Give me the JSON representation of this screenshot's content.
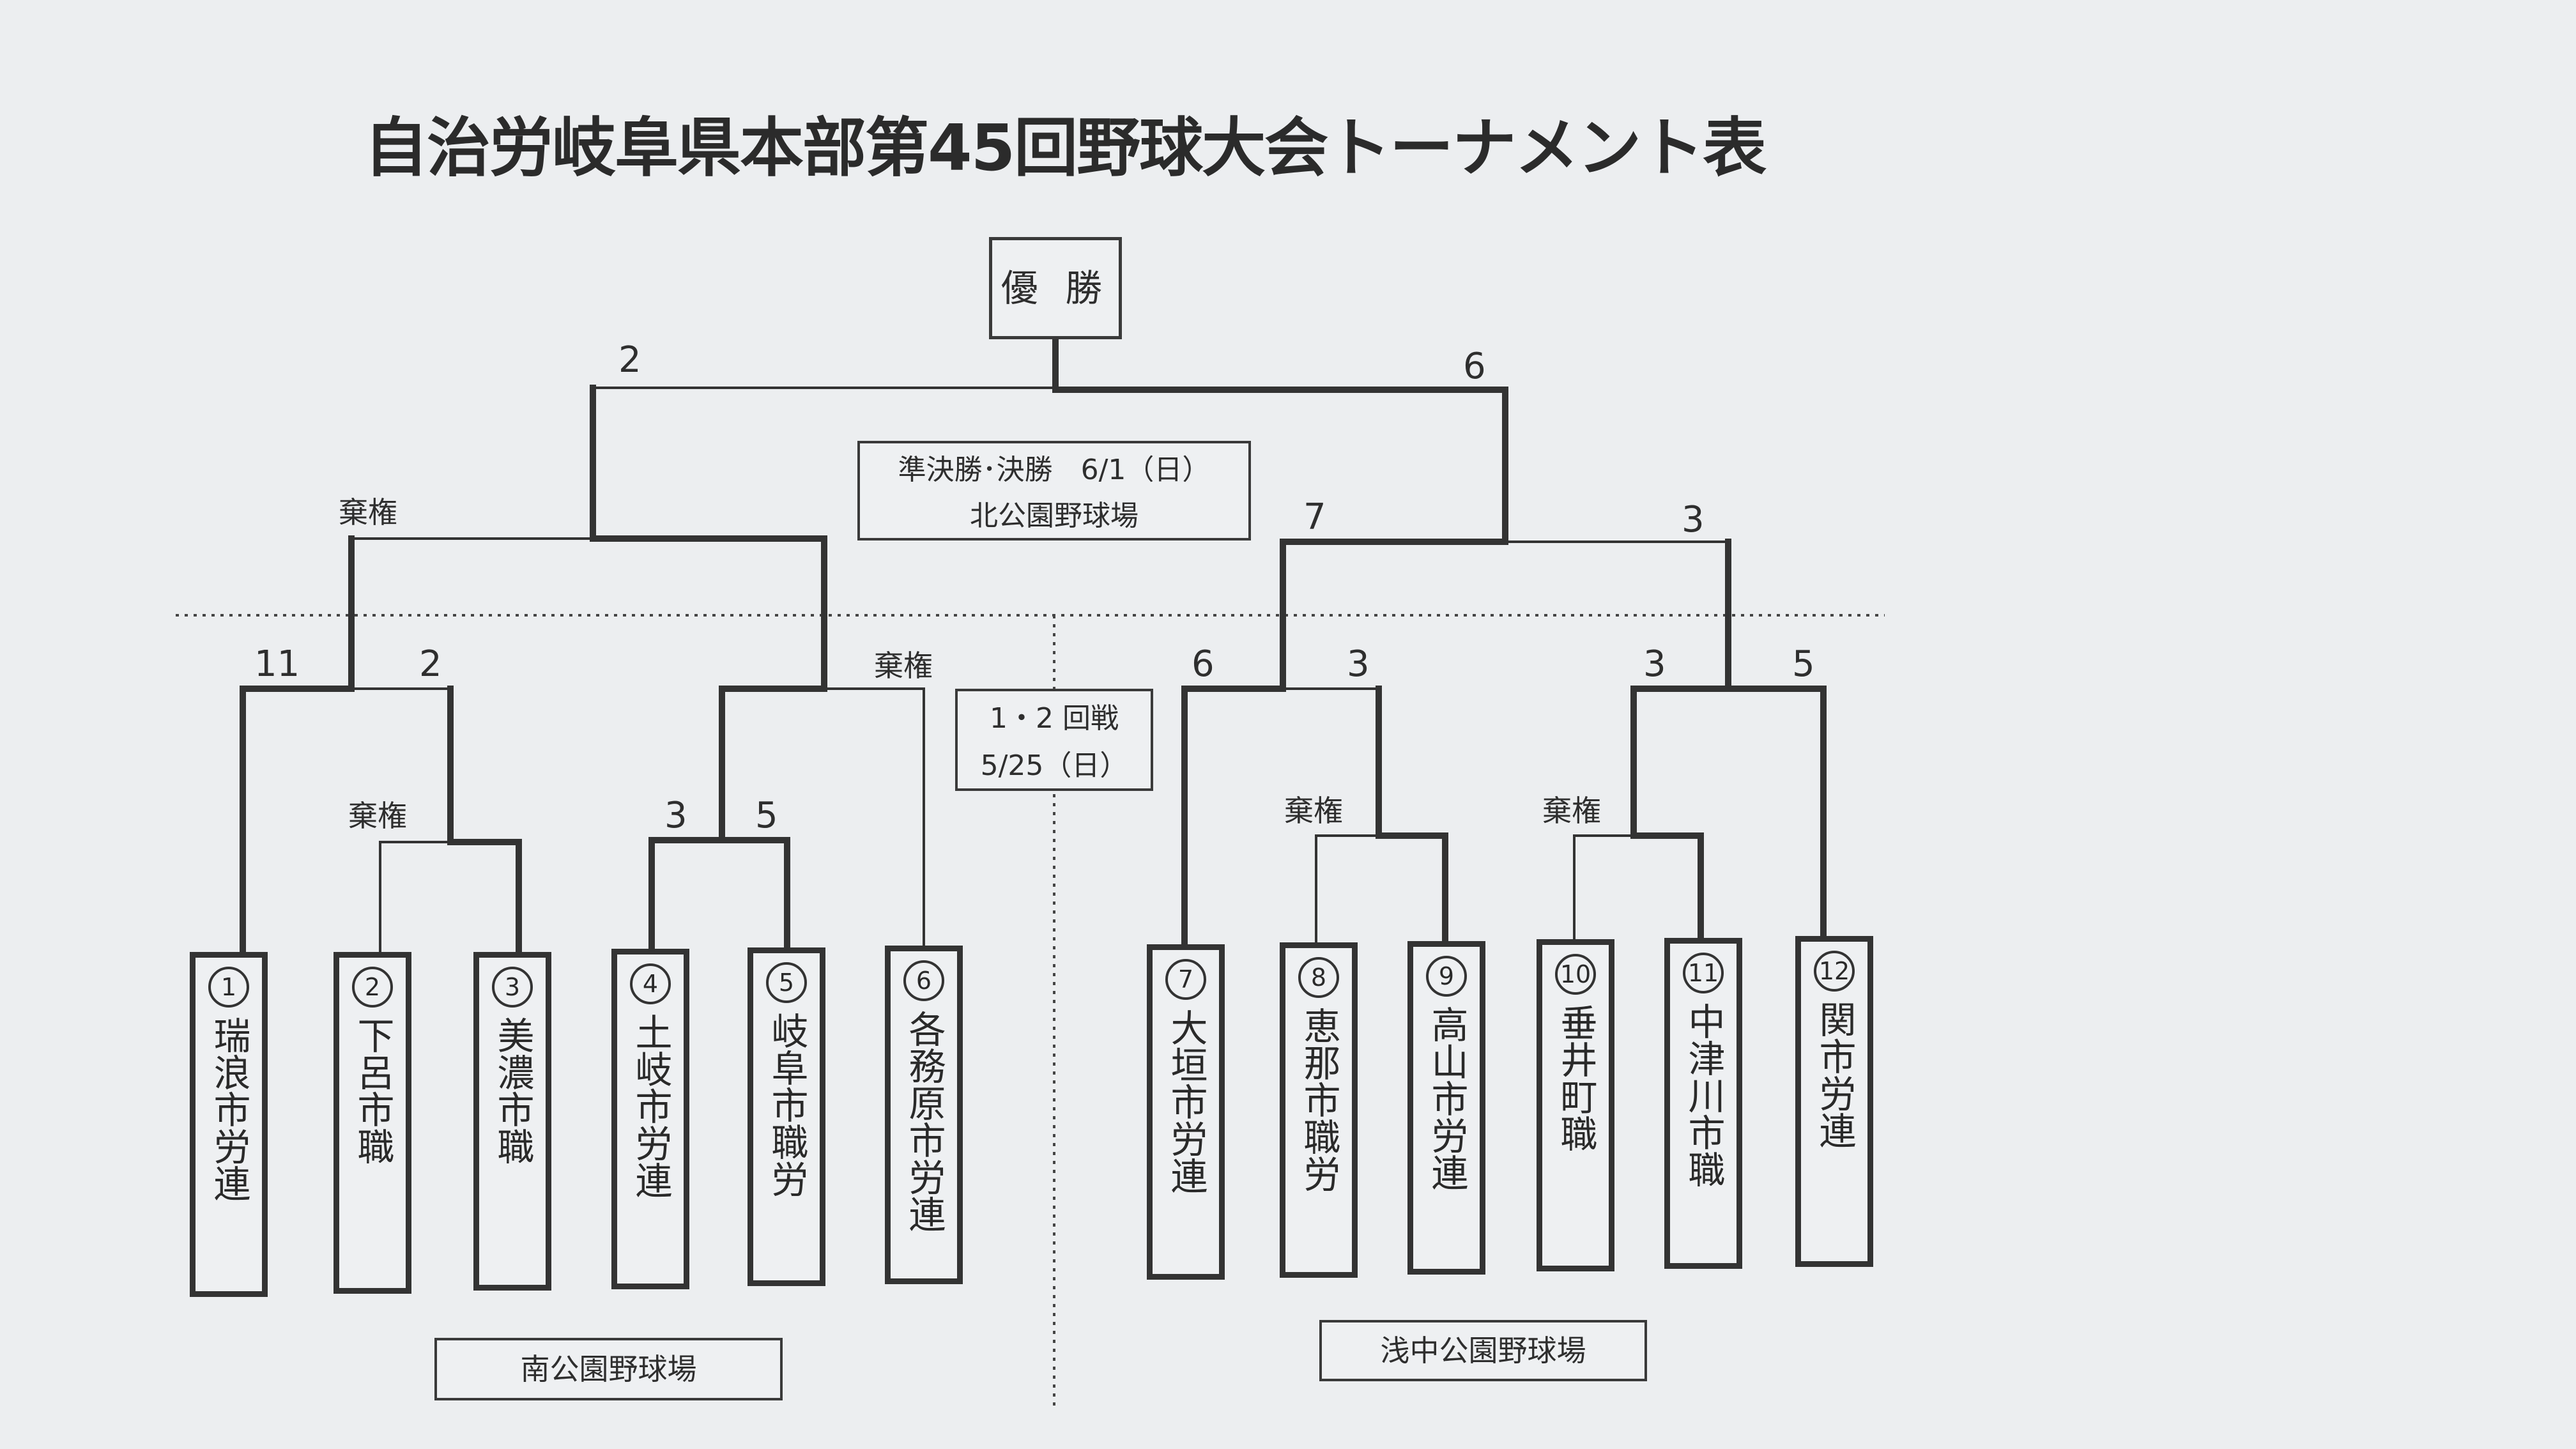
{
  "title": "自治労岐阜県本部第45回野球大会トーナメント表",
  "champion": "優 勝",
  "semifinal_info": {
    "line1": "準決勝･決勝　6/1（日）",
    "line2": "北公園野球場"
  },
  "round12_info": {
    "line1": "1・2 回戦",
    "line2": "5/25（日）"
  },
  "venues": {
    "south": "南公園野球場",
    "asanaka": "浅中公園野球場"
  },
  "teams": [
    {
      "num": "1",
      "name": "瑞浪市労連"
    },
    {
      "num": "2",
      "name": "下呂市職"
    },
    {
      "num": "3",
      "name": "美濃市職"
    },
    {
      "num": "4",
      "name": "土岐市労連"
    },
    {
      "num": "5",
      "name": "岐阜市職労"
    },
    {
      "num": "6",
      "name": "各務原市労連"
    },
    {
      "num": "7",
      "name": "大垣市労連"
    },
    {
      "num": "8",
      "name": "恵那市職労"
    },
    {
      "num": "9",
      "name": "高山市労連"
    },
    {
      "num": "10",
      "name": "垂井町職"
    },
    {
      "num": "11",
      "name": "中津川市職"
    },
    {
      "num": "12",
      "name": "関市労連"
    }
  ],
  "scores": {
    "final_left": "2",
    "final_right": "6",
    "semi_left_top": "棄権",
    "semi_right_left": "7",
    "semi_right_right": "3",
    "q1_left": "11",
    "q1_right": "2",
    "q2_right": "棄権",
    "q3_left": "6",
    "q3_right": "3",
    "q4_left": "3",
    "q4_right": "5",
    "r1_a": "棄権",
    "r1_b_left": "3",
    "r1_b_right": "5",
    "r1_c": "棄権",
    "r1_d": "棄権"
  }
}
